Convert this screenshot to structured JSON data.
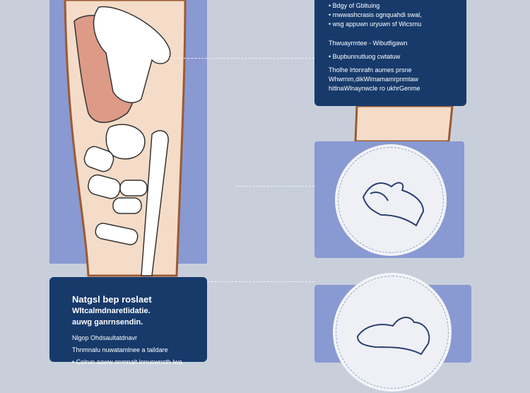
{
  "top_card": {
    "bullets": [
      "Bdgy of Gbltuing",
      "mwwashcrasis ognquahdi swal,",
      "wsg appuwn uryuwn sf Wicsmu"
    ],
    "subhead": "Thwuayrmtee - Wibutfigawn",
    "bullet2": "Bupbunnutluog cwtatuw",
    "paragraph": [
      "Tholhe lrtonrafn aumes prsne",
      "Whwrnm,dikWlmamamrpnmtaw",
      "hitlnaWlnaynwcle ro ukhrGenme"
    ]
  },
  "bottom_card": {
    "title": [
      "Natgsl bep roslaet",
      "Wltcalmdnaretlidatie.",
      "auwg ganrnsendin."
    ],
    "subhead": "Nlgop Ohdsaultatdnavr",
    "line": "Thnmnalu nuwatamlnee a taildare",
    "bullet": "Colrun aaww onmnalt lonuswnsth lwa"
  },
  "colors": {
    "navy": "#173a6b",
    "panel": "#8999d2",
    "background": "#c8cfdb",
    "skin": "#f4dcc8"
  }
}
